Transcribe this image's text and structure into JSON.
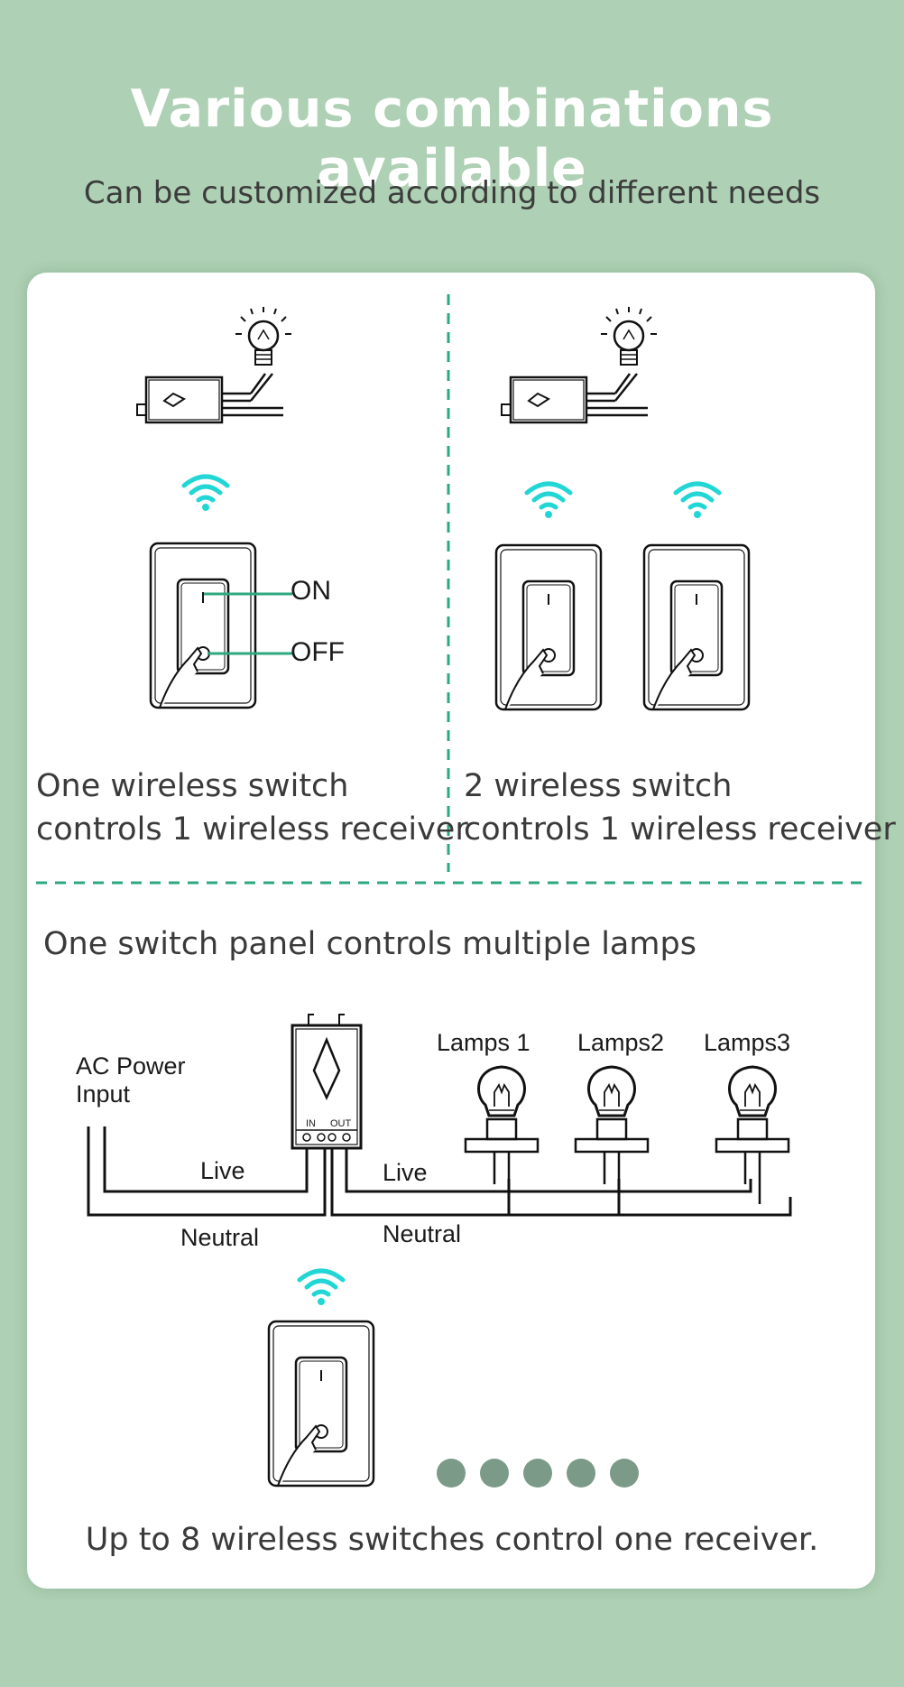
{
  "header": {
    "title": "Various combinations available",
    "subtitle": "Can be customized according to different needs"
  },
  "panel_one": {
    "caption_line1": "One  wireless switch",
    "caption_line2": "controls 1 wireless receiver",
    "on_label": "ON",
    "off_label": "OFF"
  },
  "panel_two": {
    "caption_line1": "2  wireless switch",
    "caption_line2": "controls 1 wireless receiver"
  },
  "panel_three": {
    "title": "One switch panel controls multiple lamps",
    "ac_input_line1": "AC Power",
    "ac_input_line2": "Input",
    "lamp_labels": [
      "Lamps 1",
      "Lamps2",
      "Lamps3"
    ],
    "receiver_in": "IN",
    "receiver_out": "OUT",
    "live_left": "Live",
    "live_right": "Live",
    "neutral_left": "Neutral",
    "neutral_right": "Neutral",
    "footer": "Up to 8 wireless switches control one receiver."
  },
  "colors": {
    "background": "#aed0b4",
    "divider": "#2ea87e",
    "wifi": "#22d6d6",
    "dots": "#7b9a88"
  }
}
